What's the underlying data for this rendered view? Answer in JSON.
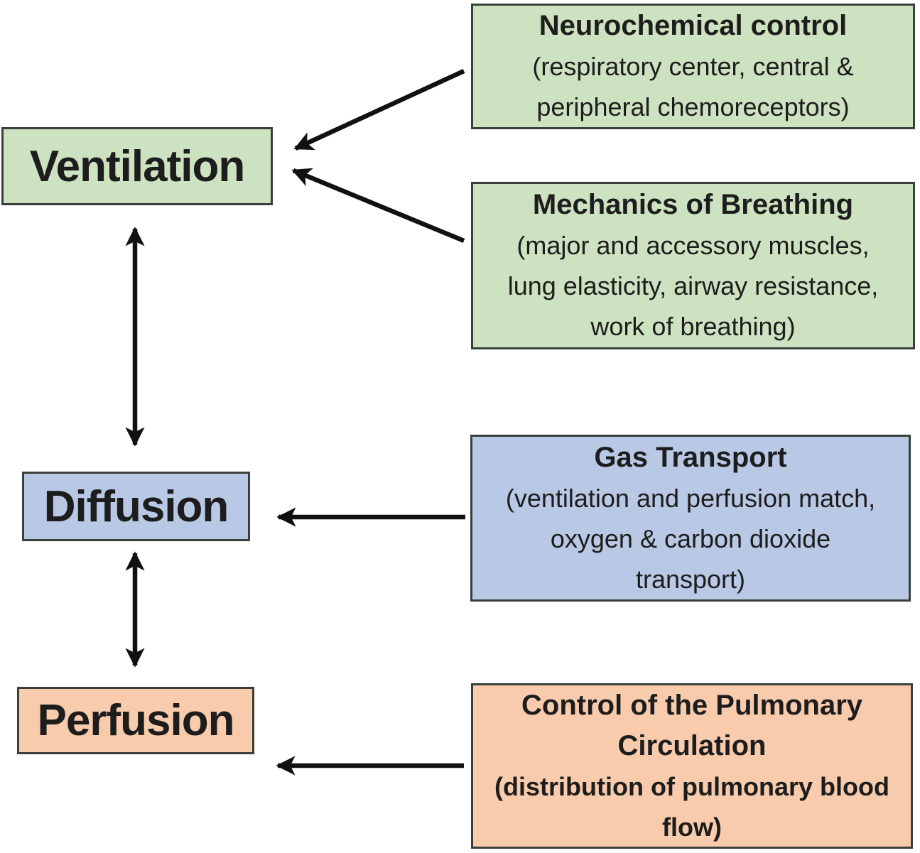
{
  "diagram": {
    "nodes": {
      "ventilation": {
        "label": "Ventilation",
        "color": "#cde2c0"
      },
      "diffusion": {
        "label": "Diffusion",
        "color": "#b8c8e5"
      },
      "perfusion": {
        "label": "Perfusion",
        "color": "#f8cbad"
      },
      "neurochemical": {
        "title": "Neurochemical control",
        "detail": "(respiratory center, central &\nperipheral chemoreceptors)",
        "color": "#cde2c0",
        "points_to": "ventilation"
      },
      "mechanics": {
        "title": "Mechanics of Breathing",
        "detail": "(major and accessory muscles,\nlung elasticity, airway resistance,\nwork of breathing)",
        "color": "#cde2c0",
        "points_to": "ventilation"
      },
      "gas_transport": {
        "title": "Gas Transport",
        "detail": "(ventilation and perfusion match,\noxygen & carbon dioxide\ntransport)",
        "color": "#b8c8e5",
        "points_to": "diffusion"
      },
      "pulmonary_circulation": {
        "title": "Control of the Pulmonary\nCirculation",
        "detail": "(distribution of pulmonary blood\nflow)",
        "color": "#f8cbad",
        "points_to": "perfusion"
      }
    },
    "relationships": {
      "ventilation_diffusion": "bidirectional",
      "diffusion_perfusion": "bidirectional"
    },
    "colors": {
      "box_border": "#3a3f3b",
      "arrow": "#111111",
      "text": "#1d1d1d",
      "background": "#ffffff"
    }
  }
}
